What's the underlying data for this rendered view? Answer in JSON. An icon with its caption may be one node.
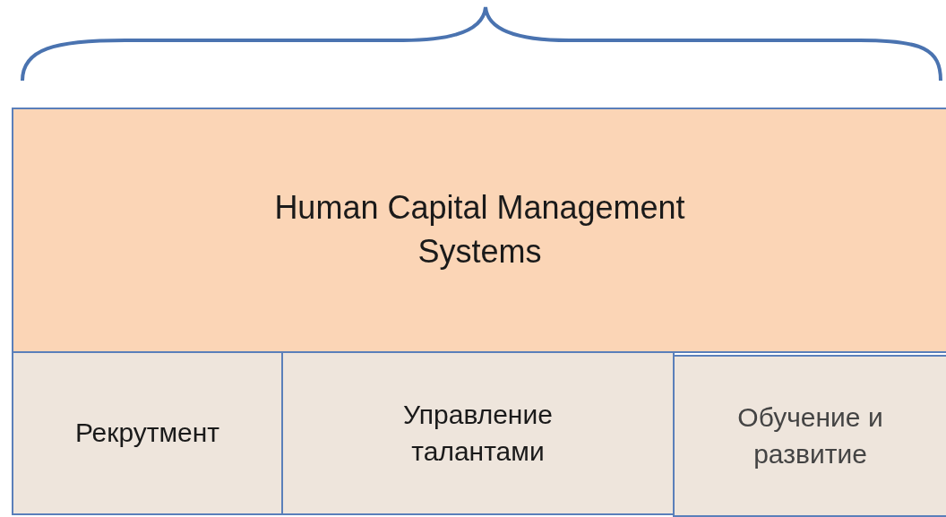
{
  "diagram": {
    "nodes": [
      {
        "text": [
          "Human Capital Management Systems"
        ]
      },
      {
        "text": [
          "Рекрутмент"
        ]
      },
      {
        "text": [
          "Управление талантами"
        ]
      },
      {
        "text": [
          "Обучение и развитие"
        ]
      }
    ]
  }
}
